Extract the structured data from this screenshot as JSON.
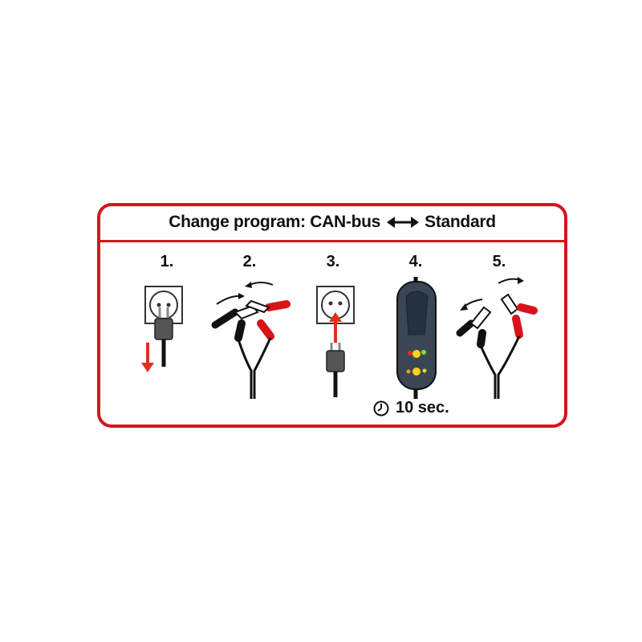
{
  "title": {
    "prefix": "Change program: CAN-bus",
    "suffix": "Standard",
    "arrow_icon": "double-arrow-icon"
  },
  "steps": [
    {
      "number": "1.",
      "icon": "unplug-from-socket-icon"
    },
    {
      "number": "2.",
      "icon": "clamps-together-icon"
    },
    {
      "number": "3.",
      "icon": "plug-into-socket-icon"
    },
    {
      "number": "4.",
      "icon": "charger-leds-blinking-icon"
    },
    {
      "number": "5.",
      "icon": "clamps-apart-icon"
    }
  ],
  "timer": {
    "label": "10 sec.",
    "icon": "clock-icon"
  },
  "colors": {
    "border": "#d7141a",
    "arrow": "#e0301e",
    "clamp_red": "#d7141a",
    "clamp_black": "#111111",
    "charger": "#3a4654"
  }
}
